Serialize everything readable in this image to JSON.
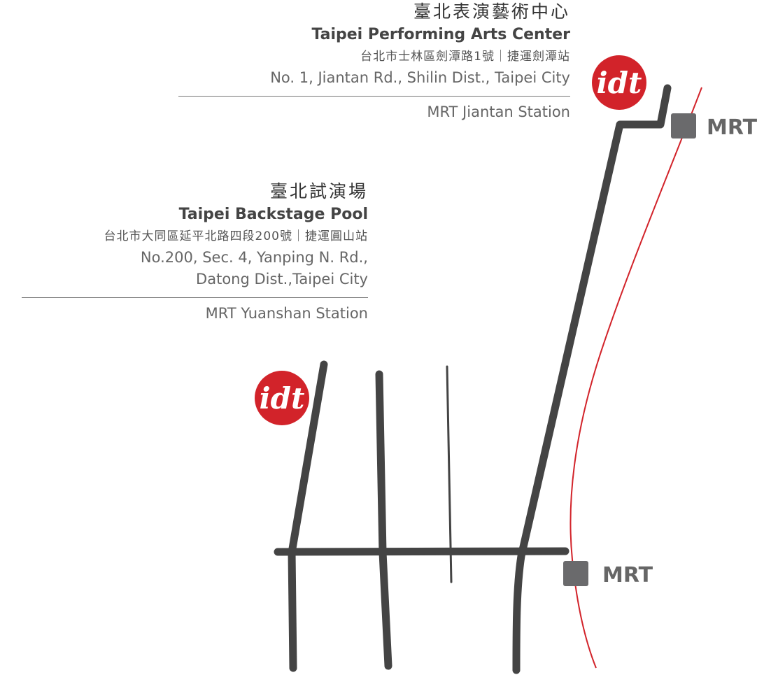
{
  "venues": {
    "tpac": {
      "name_zh": "臺北表演藝術中心",
      "name_en": "Taipei Performing Arts Center",
      "address_zh": "台北市士林區劍潭路1號｜捷運劍潭站",
      "address_en": "No. 1, Jiantan Rd., Shilin Dist., Taipei City",
      "station": "MRT Jiantan Station"
    },
    "pool": {
      "name_zh": "臺北試演場",
      "name_en": "Taipei Backstage Pool",
      "address_zh": "台北市大同區延平北路四段200號｜捷運圓山站",
      "address_en_line1": "No.200, Sec. 4, Yanping N. Rd.,",
      "address_en_line2": "Datong Dist.,Taipei City",
      "station": "MRT Yuanshan Station"
    }
  },
  "markers": {
    "mrt_label": "MRT",
    "logo_text": "idt"
  },
  "colors": {
    "road": "#444444",
    "metro_line": "#d2232a",
    "logo": "#d2232a",
    "mrt_box": "#6a6a6c"
  }
}
